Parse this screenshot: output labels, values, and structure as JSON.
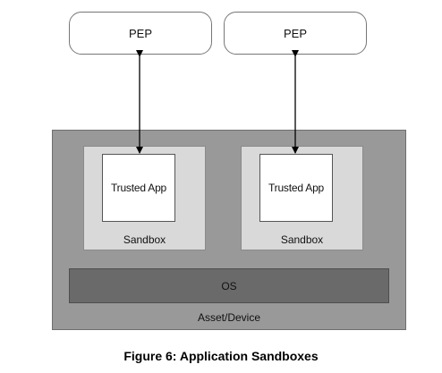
{
  "diagram": {
    "pep_left": "PEP",
    "pep_right": "PEP",
    "sandbox_left": {
      "app": "Trusted App",
      "label": "Sandbox"
    },
    "sandbox_right": {
      "app": "Trusted App",
      "label": "Sandbox"
    },
    "os": "OS",
    "device": "Asset/Device"
  },
  "caption": "Figure 6: Application Sandboxes"
}
